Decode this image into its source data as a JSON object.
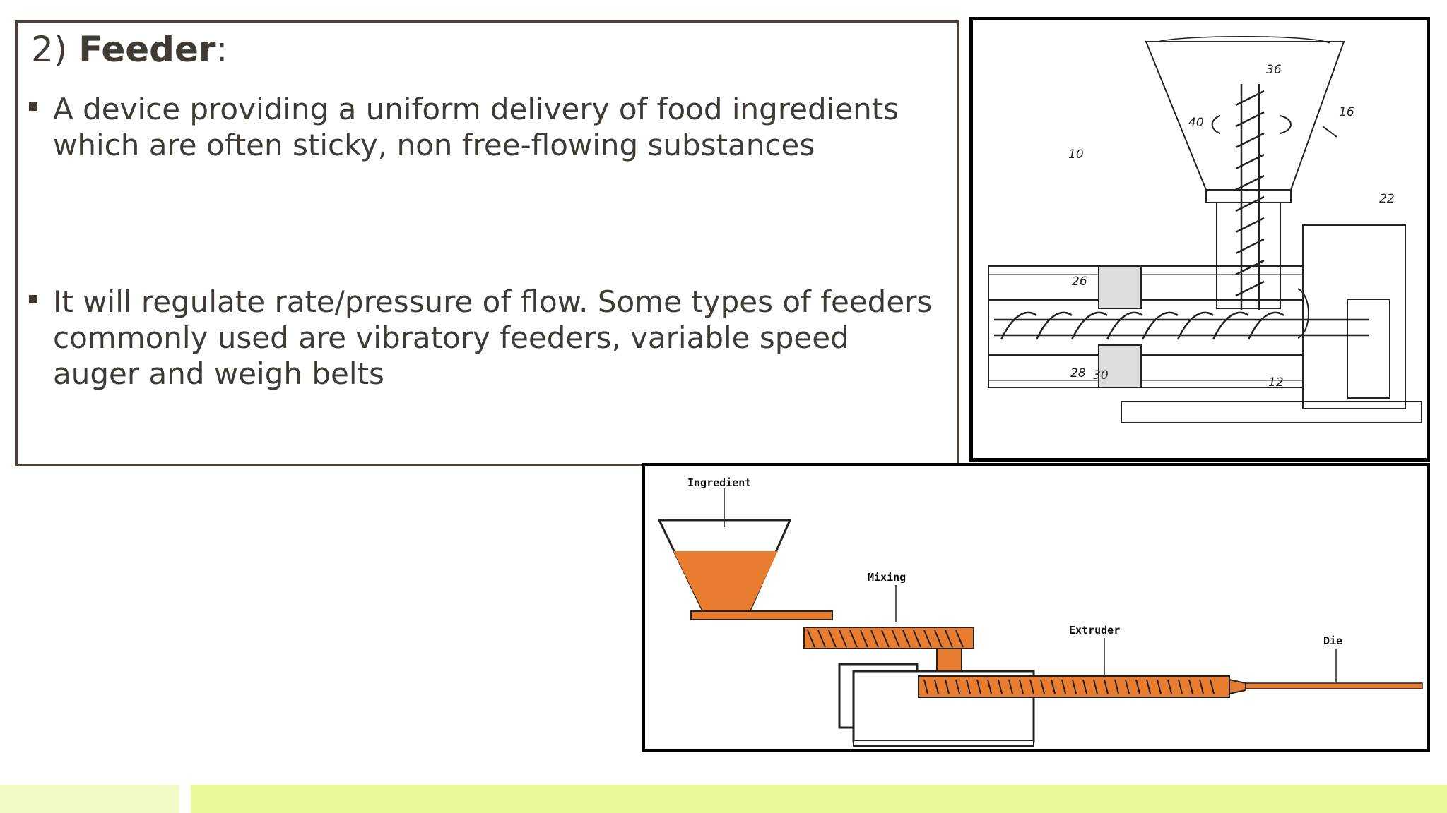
{
  "slide": {
    "heading_number": "2)",
    "heading_title": "Feeder",
    "heading_suffix": ":",
    "bullets": [
      "A device providing a uniform delivery of food ingredients which are often sticky, non free-flowing substances",
      "It will regulate rate/pressure of flow. Some types of feeders commonly used are vibratory feeders, variable speed auger and weigh belts"
    ]
  },
  "patent_figure": {
    "reference_numbers": [
      "36",
      "40",
      "16",
      "10",
      "22",
      "26",
      "28",
      "30",
      "12"
    ]
  },
  "extruder_figure": {
    "labels": {
      "ingredient": "Ingredient",
      "mixing": "Mixing",
      "extruder": "Extruder",
      "die": "Die"
    },
    "accent_color": "#e87d2f"
  },
  "footer": {
    "left_bar_color": "#f2fbc5",
    "right_bar_color": "#e8f99a"
  }
}
